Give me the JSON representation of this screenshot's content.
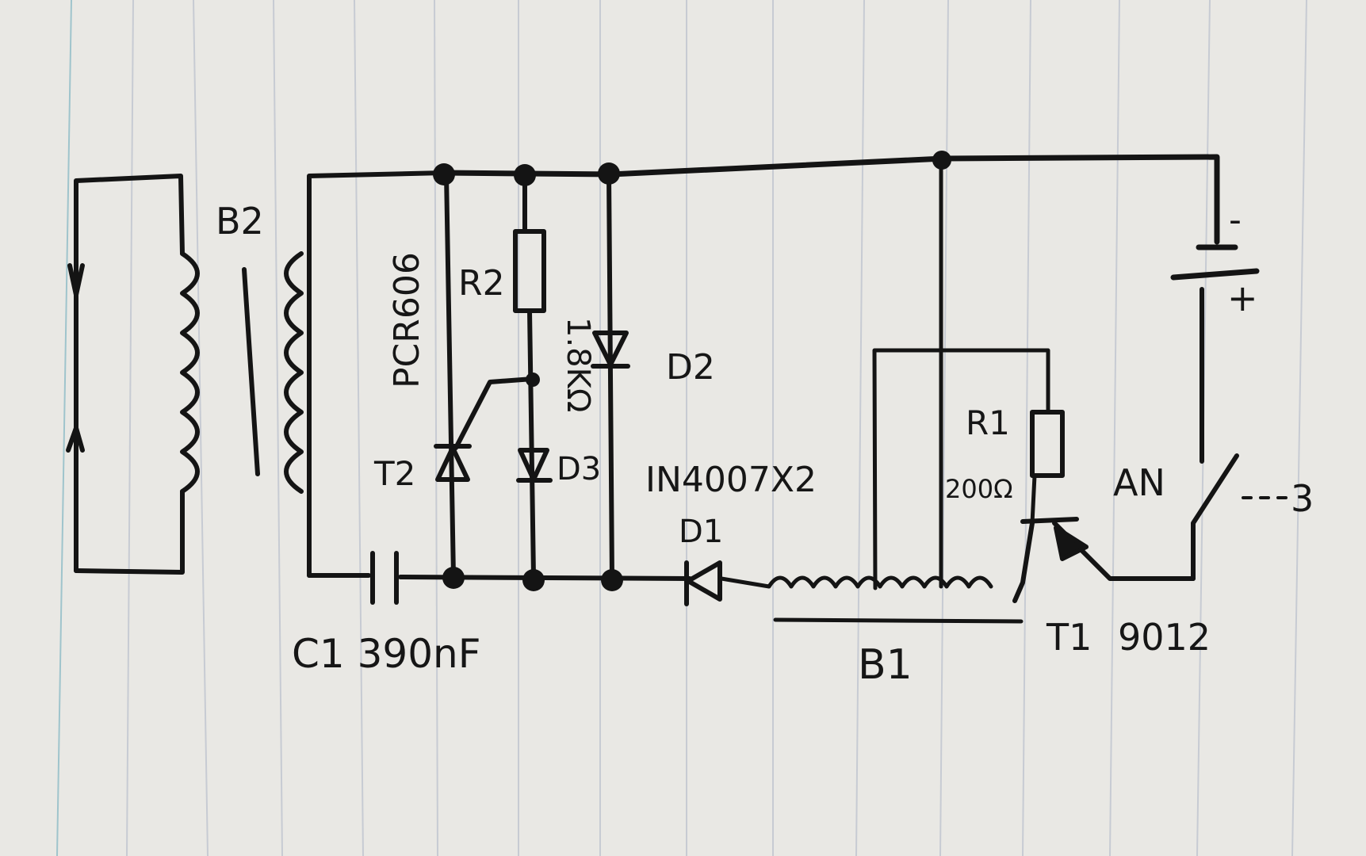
{
  "paper": {
    "background": "#e9e8e4",
    "rule_color": "#c7cbd3",
    "margin_rule_color": "#9fc4cc",
    "ink_color": "#141414"
  },
  "labels": {
    "transformer_b2": "B2",
    "scr": "PCR606",
    "r2": "R2",
    "r_value": "1.8KΩ",
    "d2": "D2",
    "t2": "T2",
    "d3": "D3",
    "diode_type": "IN4007X2",
    "d1": "D1",
    "c1": "C1 390nF",
    "r1": "R1",
    "r1_value": "200Ω",
    "switch": "AN",
    "switch_ref": "3",
    "b1": "B1",
    "t1": "T1",
    "t1_type": "9012",
    "battery_minus": "-",
    "battery_plus": "+"
  }
}
